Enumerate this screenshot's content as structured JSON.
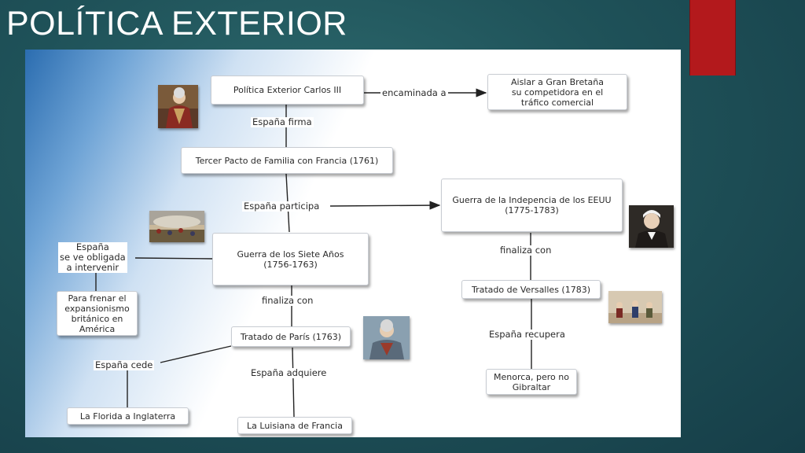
{
  "slide": {
    "title": "POLÍTICA EXTERIOR",
    "accent_color": "#b3191c"
  },
  "nodes": {
    "carlos_iii": "Política Exterior Carlos III",
    "aislar": "Aislar a Gran Bretaña\nsu competidora en el\ntráfico comercial",
    "tercer_pacto": "Tercer Pacto de Familia con Francia (1761)",
    "guerra_eeuu": "Guerra de la Indepencia de los EEUU\n(1775-1783)",
    "siete_anos": "Guerra de los Siete Años\n(1756-1763)",
    "frenar": "Para frenar el\nexpansionismo\nbritánico en\nAmérica",
    "versalles": "Tratado de Versalles (1783)",
    "paris": "Tratado de París (1763)",
    "menorca": "Menorca, pero no\nGibraltar",
    "florida": "La Florida a Inglaterra",
    "luisiana": "La Luisiana de Francia"
  },
  "links": {
    "encaminada": "encaminada a",
    "espana_firma": "España firma",
    "espana_participa": "España participa",
    "obligada": "España\nse ve obligada\na intervenir",
    "finaliza_siete": "finaliza con",
    "finaliza_eeuu": "finaliza con",
    "espana_recupera": "España recupera",
    "espana_cede": "España cede",
    "espana_adquiere": "España adquiere"
  },
  "images": {
    "carlos_portrait": "portrait-icon",
    "battle_painting": "battle-painting-icon",
    "washington_portrait": "portrait-icon",
    "versailles_scene": "painting-icon",
    "minister_portrait": "portrait-icon"
  }
}
